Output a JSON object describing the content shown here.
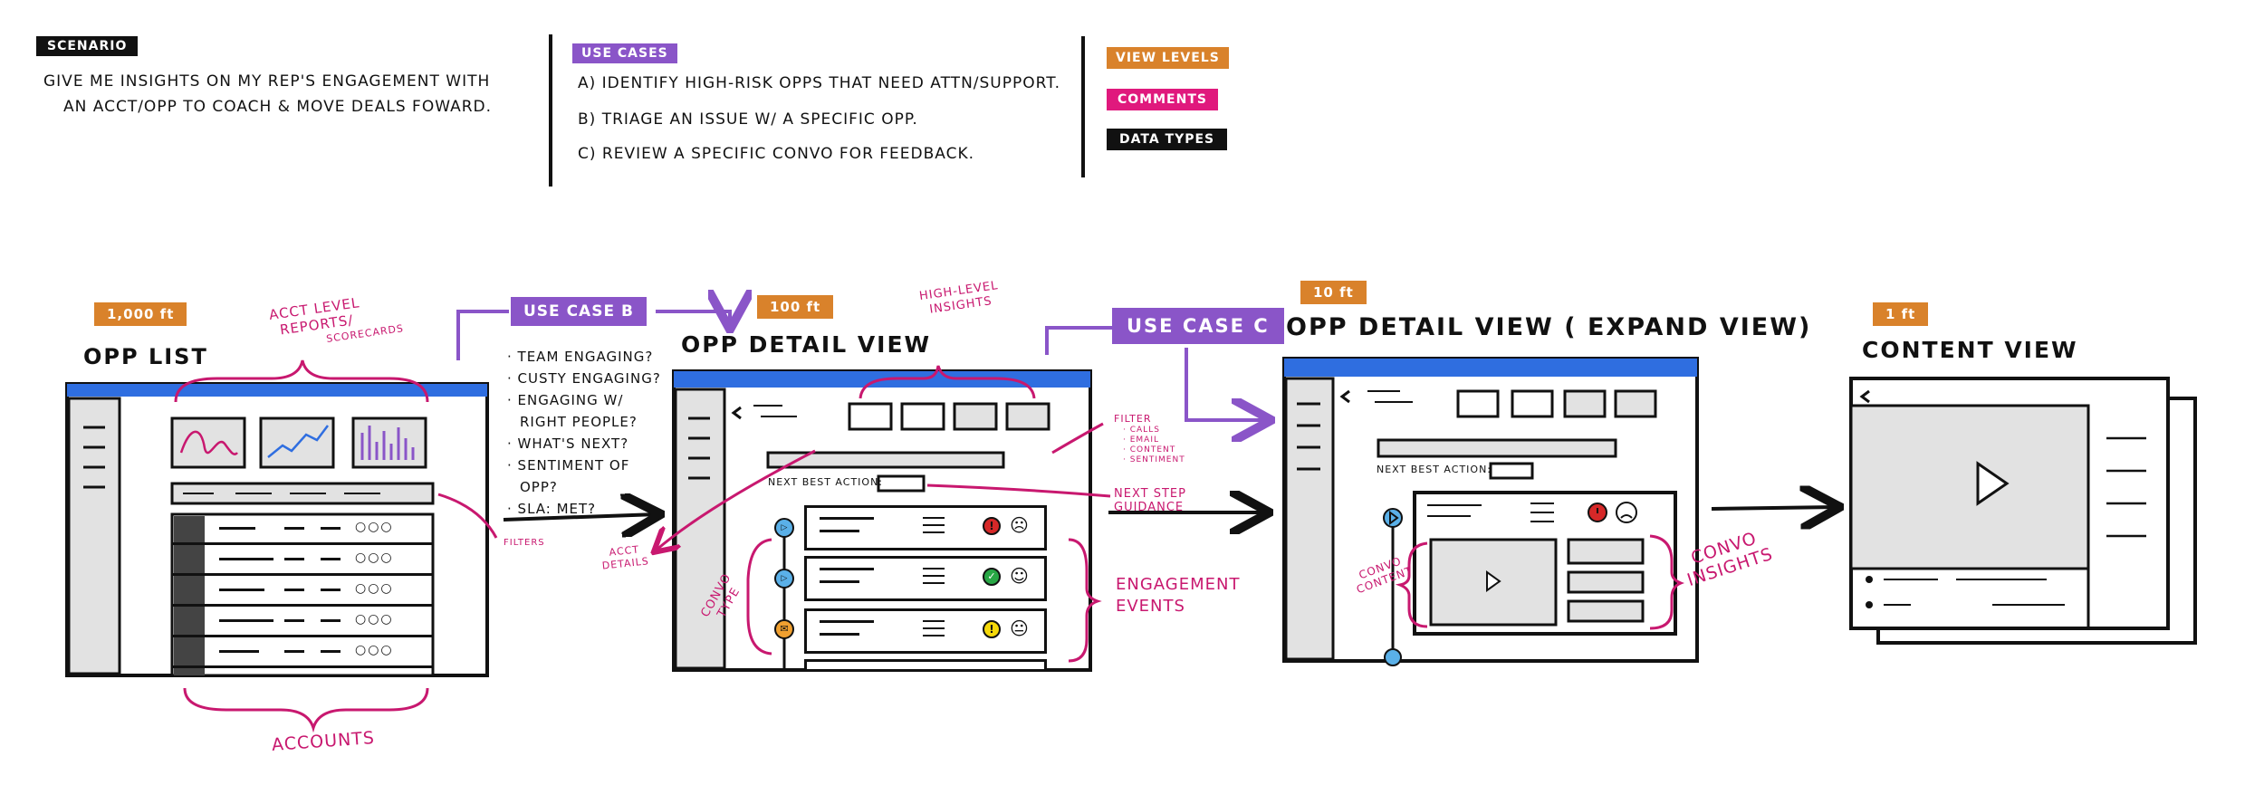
{
  "colors": {
    "view_level": "#d9822b",
    "comments": "#e0197d",
    "data_types": "#111111",
    "use_case": "#8a55c8",
    "screen_blue": "#2f6ee0",
    "ink": "#111111"
  },
  "scenario": {
    "tag": "SCENARIO",
    "line1": "GIVE ME INSIGHTS ON MY REP'S ENGAGEMENT WITH",
    "line2": "AN ACCT/OPP TO COACH & MOVE DEALS FOWARD."
  },
  "use_cases": {
    "tag": "USE CASES",
    "a": "A) IDENTIFY HIGH-RISK OPPS THAT NEED ATTN/SUPPORT.",
    "b": "B) TRIAGE AN ISSUE W/ A SPECIFIC OPP.",
    "c": "C) REVIEW A SPECIFIC CONVO FOR FEEDBACK."
  },
  "legend": {
    "view_levels": "VIEW LEVELS",
    "comments": "COMMENTS",
    "data_types": "DATA TYPES"
  },
  "views": [
    {
      "level": "1,000 ft",
      "title": "OPP LIST"
    },
    {
      "level": "100 ft",
      "title": "OPP DETAIL VIEW"
    },
    {
      "level": "10 ft",
      "title": "OPP DETAIL VIEW ( EXPAND VIEW)"
    },
    {
      "level": "1 ft",
      "title": "CONTENT VIEW"
    }
  ],
  "use_case_b": "USE CASE B",
  "use_case_c": "USE CASE C",
  "questions": [
    "TEAM ENGAGING?",
    "CUSTY ENGAGING?",
    "ENGAGING W/",
    "RIGHT PEOPLE?",
    "WHAT'S NEXT?",
    "SENTIMENT OF",
    "OPP?",
    "SLA: MET?"
  ],
  "next_best_action": "NEXT BEST ACTION:",
  "comments": {
    "acct_level_1": "ACCT LEVEL",
    "acct_level_2": "REPORTS/",
    "acct_level_3": "SCORECARDS",
    "accounts": "ACCOUNTS",
    "filters": "FILTERS",
    "acct_details_1": "ACCT",
    "acct_details_2": "DETAILS",
    "high_level_1": "HIGH-LEVEL",
    "high_level_2": "INSIGHTS",
    "convo_type_1": "CONVO",
    "convo_type_2": "TYPE",
    "filter": "FILTER",
    "filter_items": [
      "CALLS",
      "EMAIL",
      "CONTENT",
      "SENTIMENT"
    ],
    "next_step_1": "NEXT STEP",
    "next_step_2": "GUIDANCE",
    "engagement_1": "ENGAGEMENT",
    "engagement_2": "EVENTS",
    "convo_content_1": "CONVO",
    "convo_content_2": "CONTENT",
    "convo_insights_1": "CONVO",
    "convo_insights_2": "INSIGHTS"
  }
}
